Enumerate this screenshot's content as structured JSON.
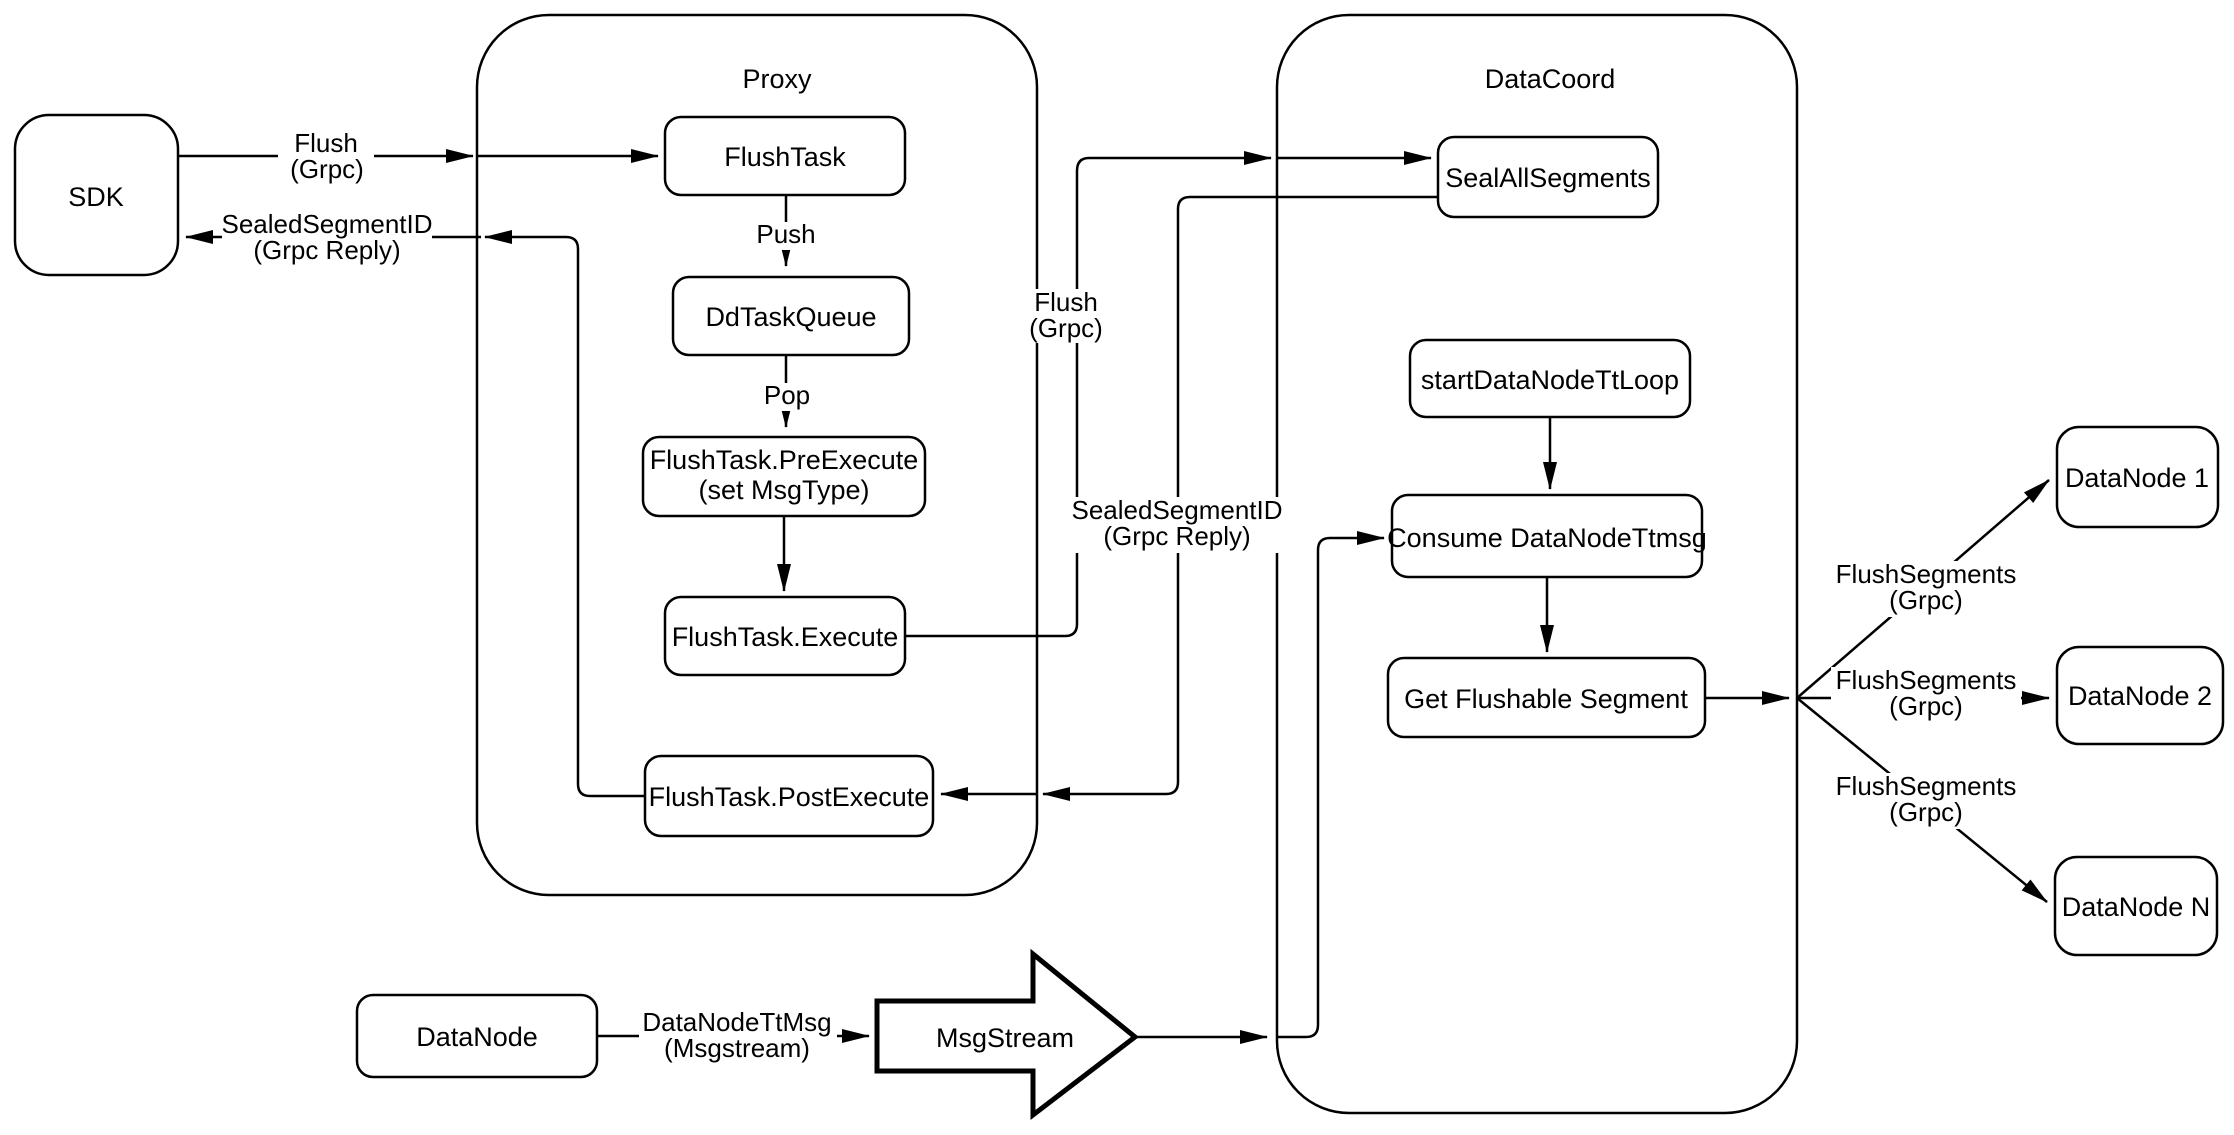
{
  "diagram": {
    "type": "flowchart",
    "colors": {
      "background": "#ffffff",
      "node_fill": "#ffffff",
      "stroke": "#000000",
      "text": "#000000"
    },
    "containers": {
      "proxy": {
        "label": "Proxy"
      },
      "datacoord": {
        "label": "DataCoord"
      }
    },
    "nodes": {
      "sdk": {
        "label": "SDK"
      },
      "flush_task": {
        "label": "FlushTask"
      },
      "dd_task_queue": {
        "label": "DdTaskQueue"
      },
      "flush_task_pre_execute": {
        "line1": "FlushTask.PreExecute",
        "line2": "(set MsgType)"
      },
      "flush_task_execute": {
        "label": "FlushTask.Execute"
      },
      "flush_task_post_execute": {
        "label": "FlushTask.PostExecute"
      },
      "seal_all_segments": {
        "label": "SealAllSegments"
      },
      "start_data_node_tt_loop": {
        "label": "startDataNodeTtLoop"
      },
      "consume_data_node_ttmsg": {
        "label": "Consume DataNodeTtmsg"
      },
      "get_flushable_segment": {
        "label": "Get Flushable Segment"
      },
      "data_node_1": {
        "label": "DataNode 1"
      },
      "data_node_2": {
        "label": "DataNode 2"
      },
      "data_node_n": {
        "label": "DataNode N"
      },
      "data_node": {
        "label": "DataNode"
      },
      "msg_stream": {
        "label": "MsgStream"
      }
    },
    "edges": {
      "flush_sdk_to_proxy": {
        "line1": "Flush",
        "line2": "(Grpc)"
      },
      "sealed_segment_to_sdk": {
        "line1": "SealedSegmentID",
        "line2": "(Grpc Reply)"
      },
      "push": {
        "label": "Push"
      },
      "pop": {
        "label": "Pop"
      },
      "flush_proxy_to_datacoord": {
        "line1": "Flush",
        "line2": "(Grpc)"
      },
      "sealed_segment_to_proxy": {
        "line1": "SealedSegmentID",
        "line2": "(Grpc Reply)"
      },
      "flush_segments_1": {
        "line1": "FlushSegments",
        "line2": "(Grpc)"
      },
      "flush_segments_2": {
        "line1": "FlushSegments",
        "line2": "(Grpc)"
      },
      "flush_segments_3": {
        "line1": "FlushSegments",
        "line2": "(Grpc)"
      },
      "data_node_tt_msg": {
        "line1": "DataNodeTtMsg",
        "line2": "(Msgstream)"
      }
    }
  }
}
